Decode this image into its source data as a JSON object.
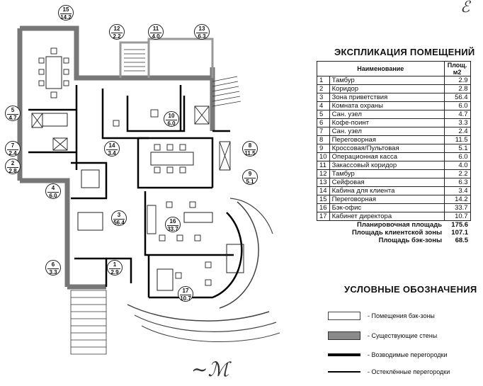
{
  "explication": {
    "title": "ЭКСПЛИКАЦИЯ ПОМЕЩЕНИЙ",
    "headers": {
      "name": "Наименование",
      "area": "Площ. м2"
    },
    "rows": [
      {
        "n": "1",
        "name": "Тамбур",
        "area": "2.9"
      },
      {
        "n": "2",
        "name": "Коридор",
        "area": "2.8"
      },
      {
        "n": "3",
        "name": "Зона приветствия",
        "area": "56.4"
      },
      {
        "n": "4",
        "name": "Комната охраны",
        "area": "6.0"
      },
      {
        "n": "5",
        "name": "Сан. узел",
        "area": "4.7"
      },
      {
        "n": "6",
        "name": "Кофе-поинт",
        "area": "3.3"
      },
      {
        "n": "7",
        "name": "Сан. узел",
        "area": "2.4"
      },
      {
        "n": "8",
        "name": "Переговорная",
        "area": "11.5"
      },
      {
        "n": "9",
        "name": "Кроссовая/Пультовая",
        "area": "5.1"
      },
      {
        "n": "10",
        "name": "Операционная касса",
        "area": "6.0"
      },
      {
        "n": "11",
        "name": "Закассовый коридор",
        "area": "4.0"
      },
      {
        "n": "12",
        "name": "Тамбур",
        "area": "2.2"
      },
      {
        "n": "13",
        "name": "Сейфовая",
        "area": "6.3"
      },
      {
        "n": "14",
        "name": "Кабина для клиента",
        "area": "3.4"
      },
      {
        "n": "15",
        "name": "Переговорная",
        "area": "14.2"
      },
      {
        "n": "16",
        "name": "Бэк-офис",
        "area": "33.7"
      },
      {
        "n": "17",
        "name": "Кабинет директора",
        "area": "10.7"
      }
    ],
    "totals": [
      {
        "label": "Планировочная площадь",
        "value": "175.6"
      },
      {
        "label": "Площадь клиентской зоны",
        "value": "107.1"
      },
      {
        "label": "Площадь бэк-зоны",
        "value": "68.5"
      }
    ]
  },
  "legend": {
    "title": "УСЛОВНЫЕ ОБОЗНАЧЕНИЯ",
    "items": [
      {
        "label": "- Помещения бэк-зоны"
      },
      {
        "label": "- Существующие стены"
      },
      {
        "label": "- Возводимые перегородки"
      },
      {
        "label": "- Остеклённые перегородки"
      }
    ]
  },
  "room_tags": [
    {
      "n": "15",
      "area": "14.2"
    },
    {
      "n": "12",
      "area": "2.2"
    },
    {
      "n": "11",
      "area": "4.0"
    },
    {
      "n": "13",
      "area": "6.3"
    },
    {
      "n": "5",
      "area": "4.7"
    },
    {
      "n": "10",
      "area": "6.0"
    },
    {
      "n": "7",
      "area": "2.4"
    },
    {
      "n": "14",
      "area": "3.4"
    },
    {
      "n": "8",
      "area": "11.5"
    },
    {
      "n": "2",
      "area": "2.8"
    },
    {
      "n": "9",
      "area": "5.1"
    },
    {
      "n": "4",
      "area": "6.0"
    },
    {
      "n": "3",
      "area": "56.4"
    },
    {
      "n": "16",
      "area": "33.7"
    },
    {
      "n": "6",
      "area": "3.3"
    },
    {
      "n": "1",
      "area": "2.9"
    },
    {
      "n": "17",
      "area": "10.7"
    }
  ]
}
